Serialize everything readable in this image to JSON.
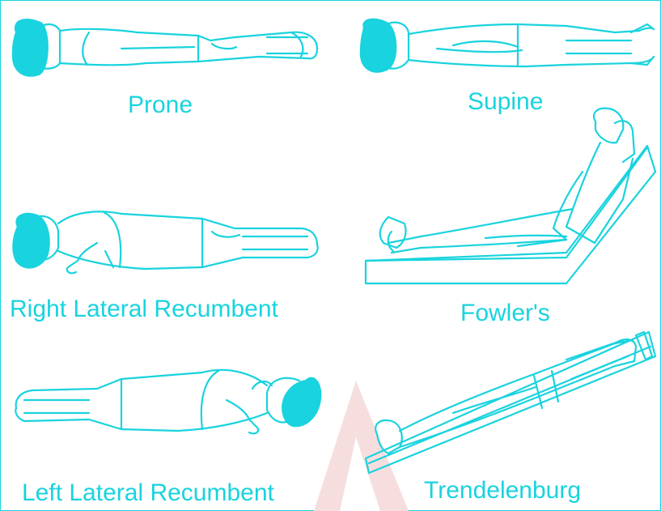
{
  "positions": [
    {
      "key": "prone",
      "label": "Prone"
    },
    {
      "key": "supine",
      "label": "Supine"
    },
    {
      "key": "right_lateral",
      "label": "Right Lateral Recumbent"
    },
    {
      "key": "fowlers",
      "label": "Fowler's"
    },
    {
      "key": "left_lateral",
      "label": "Left Lateral Recumbent"
    },
    {
      "key": "trendelenburg",
      "label": "Trendelenburg"
    }
  ],
  "colors": {
    "line": "#19d3de",
    "watermark": "#f6dada",
    "background": "#ffffff"
  },
  "icons": {
    "watermark": "triangle-watermark-icon"
  }
}
